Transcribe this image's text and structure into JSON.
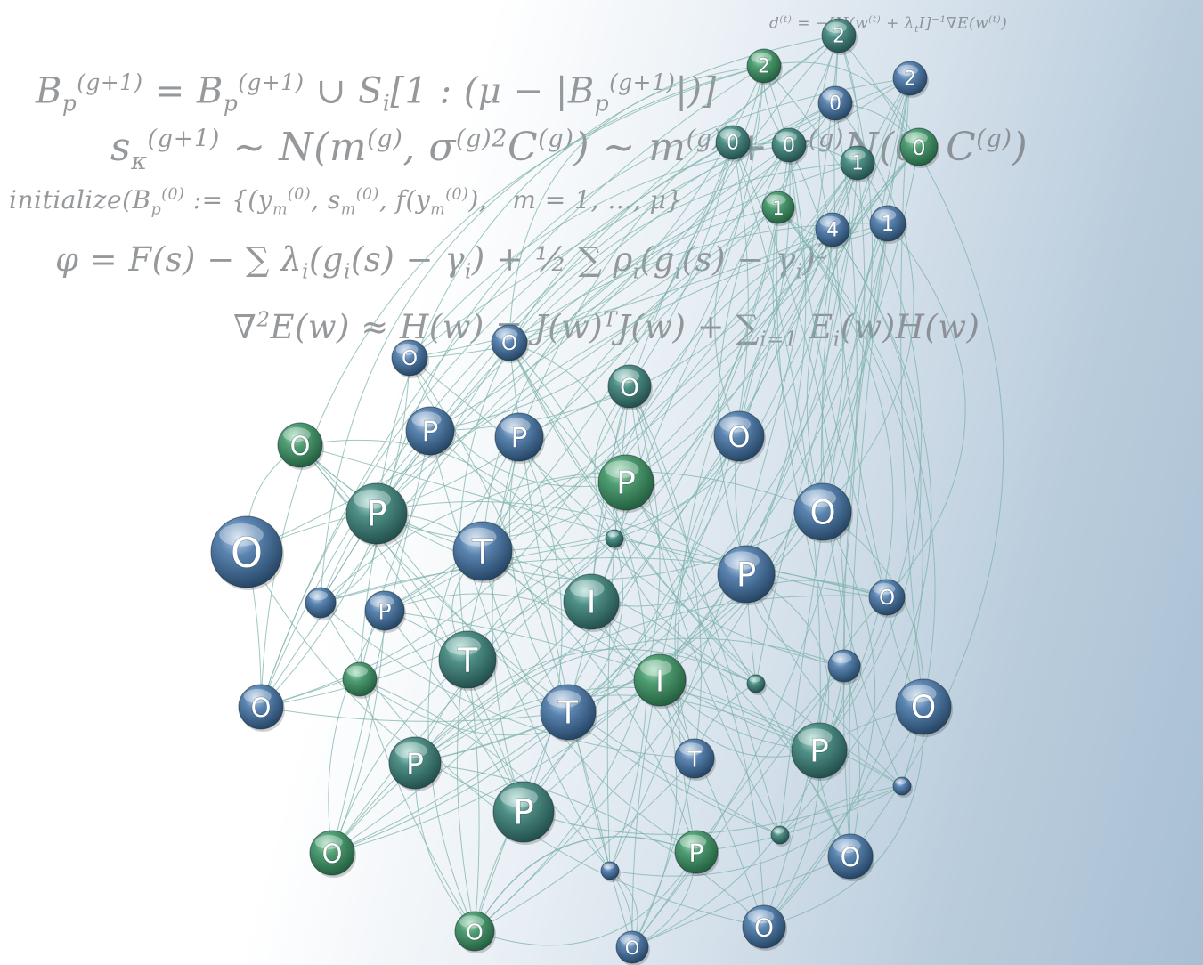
{
  "formulas": {
    "f1": "d⁽ᵗ⁾ = −[H(w⁽ᵗ⁾ + λₜI]⁻¹∇E(w⁽ᵗ⁾)",
    "f2": "B_p^(g+1) = B_p^(g+1) ∪ S_i[1 : (μ − |B_p^(g+1)|)]",
    "f3": "s_κ^(g+1) ∼ N(m^(g), σ^(g)² C^(g)) ∼ m^(g) + σ^(g) N(0, C^(g))",
    "f4": "initialize(B_p^(0) := {(y_m^(0), s_m^(0), f(y_m^(0)),   m = 1, …, μ}",
    "f5": "φ = F(s) − ∑ λᵢ(gᵢ(s) − γᵢ) + ½ ∑ ρᵢ(gᵢ(s) − γᵢ)²",
    "f6": "∇²E(w) ≈ H(w) = J(w)ᵀJ(w) + ∑ Eᵢ(w)H(w)"
  },
  "colors": {
    "green_node": "#3f8a66",
    "teal_node": "#4e8f8a",
    "blue_node": "#4f7aa6",
    "edge": "#7fb3ac",
    "formula_text": "#7c8084"
  },
  "network": {
    "nodes": [
      {
        "label": "2",
        "tone": "teal"
      },
      {
        "label": "2",
        "tone": "green"
      },
      {
        "label": "2",
        "tone": "blue"
      },
      {
        "label": "0",
        "tone": "blue"
      },
      {
        "label": "0",
        "tone": "teal"
      },
      {
        "label": "0",
        "tone": "teal"
      },
      {
        "label": "1",
        "tone": "teal"
      },
      {
        "label": "0",
        "tone": "green"
      },
      {
        "label": "1",
        "tone": "green"
      },
      {
        "label": "4",
        "tone": "blue"
      },
      {
        "label": "1",
        "tone": "blue"
      },
      {
        "label": "O",
        "tone": "blue"
      },
      {
        "label": "O",
        "tone": "blue"
      },
      {
        "label": "O",
        "tone": "teal"
      },
      {
        "label": "O",
        "tone": "green"
      },
      {
        "label": "P",
        "tone": "blue"
      },
      {
        "label": "P",
        "tone": "blue"
      },
      {
        "label": "O",
        "tone": "blue"
      },
      {
        "label": "P",
        "tone": "green"
      },
      {
        "label": "P",
        "tone": "teal"
      },
      {
        "label": "O",
        "tone": "blue"
      },
      {
        "label": "O",
        "tone": "blue"
      },
      {
        "label": "T",
        "tone": "blue"
      },
      {
        "label": "",
        "tone": "teal"
      },
      {
        "label": "P",
        "tone": "blue"
      },
      {
        "label": "",
        "tone": "blue"
      },
      {
        "label": "P",
        "tone": "blue"
      },
      {
        "label": "I",
        "tone": "teal"
      },
      {
        "label": "O",
        "tone": "blue"
      },
      {
        "label": "T",
        "tone": "teal"
      },
      {
        "label": "",
        "tone": "green"
      },
      {
        "label": "I",
        "tone": "green"
      },
      {
        "label": "",
        "tone": "blue"
      },
      {
        "label": "",
        "tone": "teal"
      },
      {
        "label": "O",
        "tone": "blue"
      },
      {
        "label": "T",
        "tone": "blue"
      },
      {
        "label": "O",
        "tone": "blue"
      },
      {
        "label": "P",
        "tone": "teal"
      },
      {
        "label": "T",
        "tone": "blue"
      },
      {
        "label": "P",
        "tone": "teal"
      },
      {
        "label": "",
        "tone": "blue"
      },
      {
        "label": "P",
        "tone": "teal"
      },
      {
        "label": "",
        "tone": "teal"
      },
      {
        "label": "O",
        "tone": "green"
      },
      {
        "label": "P",
        "tone": "green"
      },
      {
        "label": "O",
        "tone": "blue"
      },
      {
        "label": "",
        "tone": "blue"
      },
      {
        "label": "O",
        "tone": "green"
      },
      {
        "label": "O",
        "tone": "blue"
      },
      {
        "label": "O",
        "tone": "blue"
      }
    ]
  }
}
